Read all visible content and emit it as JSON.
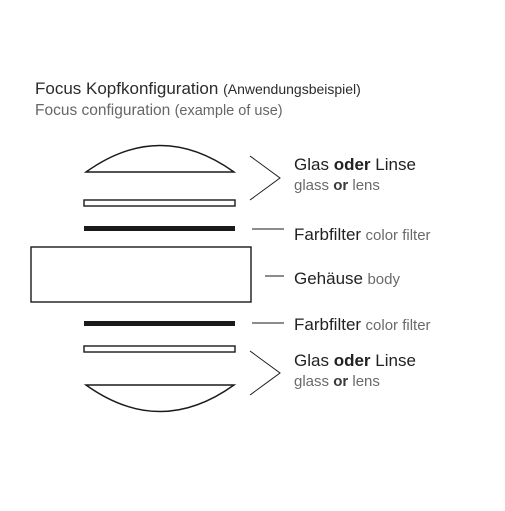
{
  "title": {
    "main": "Focus Kopfkonfiguration",
    "paren": "(Anwendungsbeispiel)"
  },
  "subtitle": {
    "main": "Focus configuration",
    "paren": "(example of use)"
  },
  "labels": {
    "top_glass": {
      "de_a": "Glas",
      "de_bold": "oder",
      "de_b": "Linse",
      "en_a": "glass",
      "en_bold": "or",
      "en_b": "lens"
    },
    "top_filter": {
      "de": "Farbfilter",
      "en": "color filter"
    },
    "housing": {
      "de": "Gehäuse",
      "en": "body"
    },
    "bottom_filter": {
      "de": "Farbfilter",
      "en": "color filter"
    },
    "bottom_glass": {
      "de_a": "Glas",
      "de_bold": "oder",
      "de_b": "Linse",
      "en_a": "glass",
      "en_bold": "or",
      "en_b": "lens"
    }
  },
  "colors": {
    "stroke": "#1a1a1a",
    "filter": "#1a1a1a",
    "text": "#222222",
    "muted": "#6a6a6a"
  }
}
